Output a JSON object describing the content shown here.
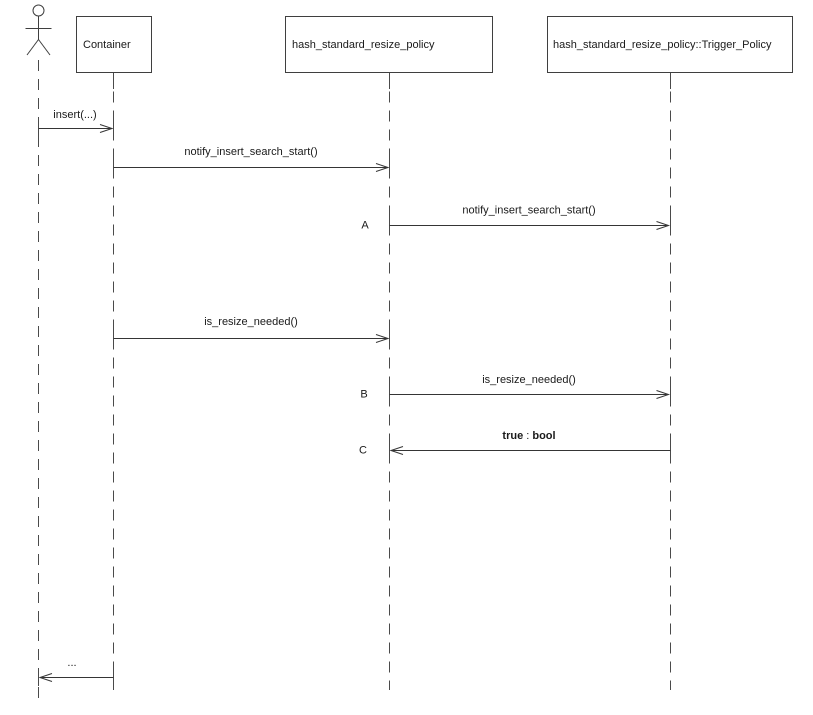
{
  "diagram": {
    "type": "uml-sequence-diagram",
    "actor": {
      "label": ""
    },
    "objects": [
      {
        "label": "Container"
      },
      {
        "label": "hash_standard_resize_policy"
      },
      {
        "label": "hash_standard_resize_policy::Trigger_Policy"
      }
    ],
    "messages": [
      {
        "seq": "",
        "label": "insert(...)",
        "from": "actor",
        "to": "Container"
      },
      {
        "seq": "",
        "label": "notify_insert_search_start()",
        "from": "Container",
        "to": "hash_standard_resize_policy"
      },
      {
        "seq": "A",
        "label": "notify_insert_search_start()",
        "from": "hash_standard_resize_policy",
        "to": "hash_standard_resize_policy::Trigger_Policy"
      },
      {
        "seq": "",
        "label": "is_resize_needed()",
        "from": "Container",
        "to": "hash_standard_resize_policy"
      },
      {
        "seq": "B",
        "label": "is_resize_needed()",
        "from": "hash_standard_resize_policy",
        "to": "hash_standard_resize_policy::Trigger_Policy"
      },
      {
        "seq": "C",
        "label": "true : bool",
        "parts": {
          "value": "true",
          "separator": " : ",
          "type": "bool"
        },
        "from": "hash_standard_resize_policy::Trigger_Policy",
        "to": "hash_standard_resize_policy"
      },
      {
        "seq": "",
        "label": "...",
        "from": "Container",
        "to": "actor"
      }
    ]
  },
  "colors": {
    "background": "#ffffff",
    "line": "#3f3f3f",
    "text": "#1a1a1a"
  }
}
